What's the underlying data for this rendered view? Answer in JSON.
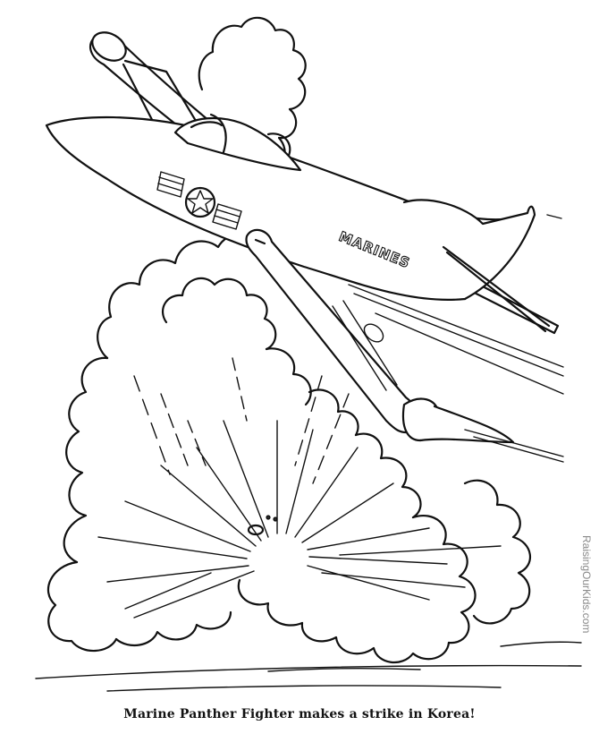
{
  "illustration": {
    "subject": "Marine Panther jet fighter diving over an explosion cloud",
    "fuselage_text": "MARINES"
  },
  "caption": "Marine Panther Fighter makes a strike in Korea!",
  "watermark": "RaisingOurKids.com",
  "colors": {
    "line": "#111111",
    "background": "#ffffff",
    "watermark": "#8a8a8a"
  }
}
